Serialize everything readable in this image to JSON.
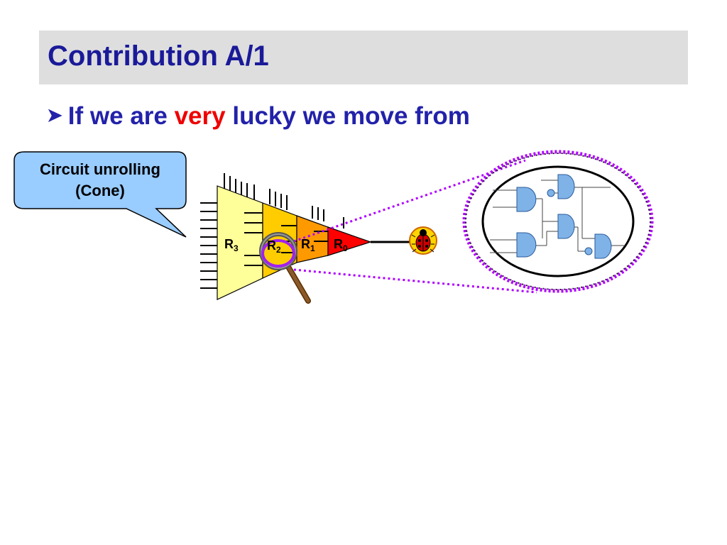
{
  "slide": {
    "title": "Contribution A/1"
  },
  "bullet": {
    "arrow_icon": "chevron-arrow",
    "text_before": "If we are ",
    "emphasis": "very",
    "text_after": " lucky we move from",
    "emphasis_color": "#ee0000",
    "text_color": "#2222aa"
  },
  "callout": {
    "line1": "Circuit unrolling",
    "line2": "(Cone)"
  },
  "cone": {
    "regions": [
      {
        "letter": "R",
        "index": "3",
        "color": "#ffff99"
      },
      {
        "letter": "R",
        "index": "2",
        "color": "#ffcc00"
      },
      {
        "letter": "R",
        "index": "1",
        "color": "#ff9900"
      },
      {
        "letter": "R",
        "index": "0",
        "color": "#ff0000"
      }
    ]
  },
  "icons": {
    "magnifier": "magnifying-glass-icon",
    "bug": "ladybug-icon"
  }
}
